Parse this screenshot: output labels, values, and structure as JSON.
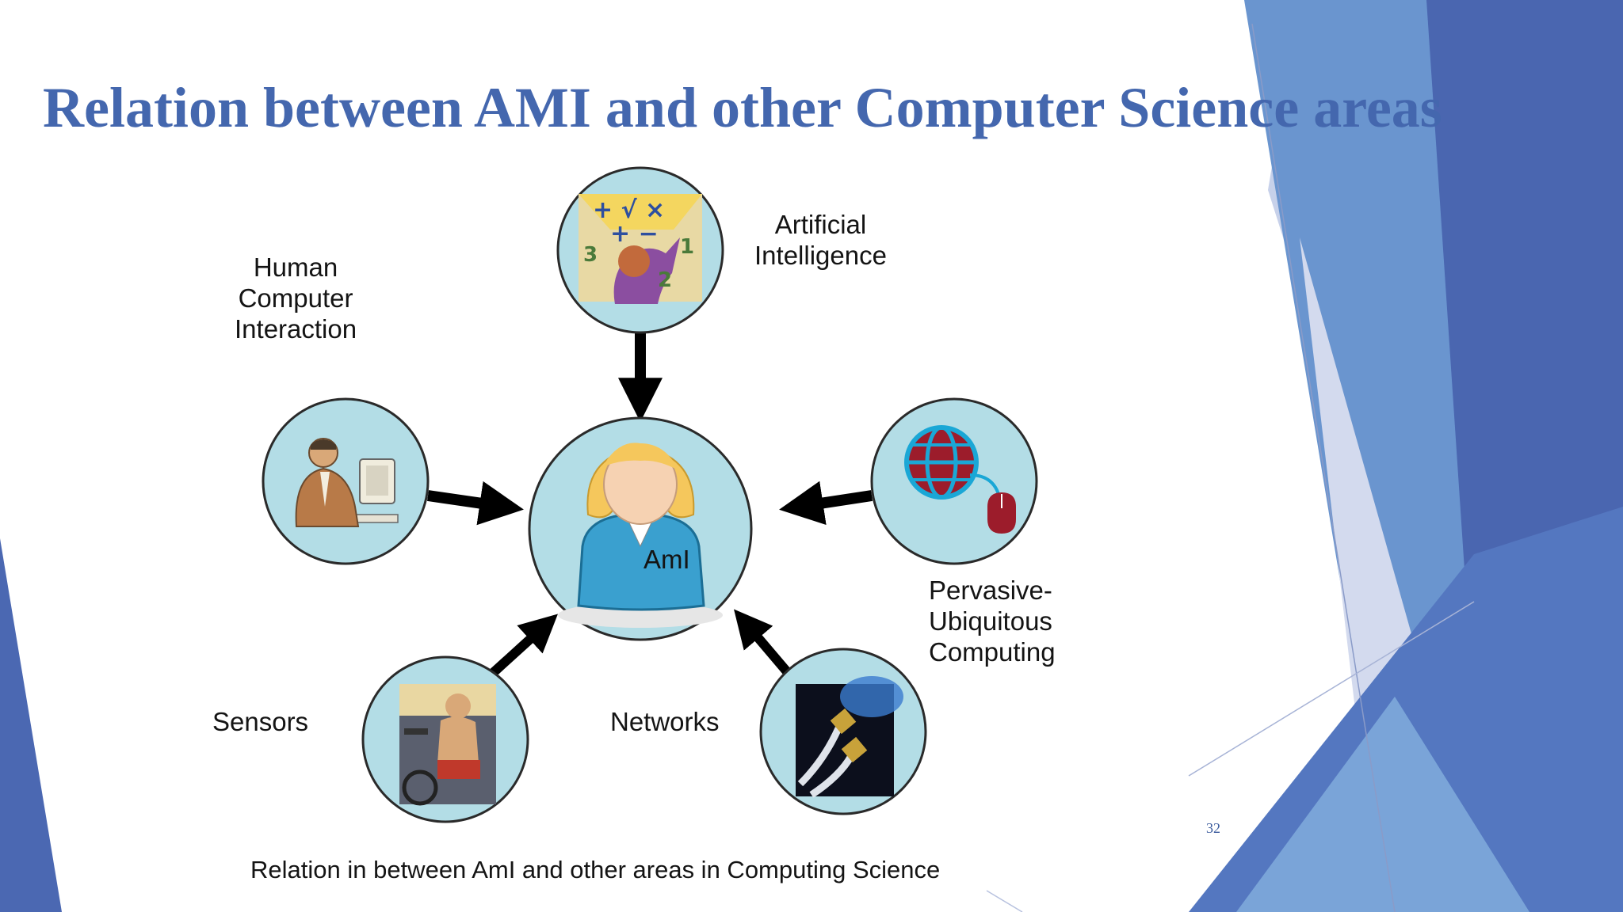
{
  "slide": {
    "title": "Relation between AMI and other Computer Science areas",
    "page_number": "32"
  },
  "diagram": {
    "center": {
      "label": "AmI",
      "icon": "person-icon"
    },
    "nodes": [
      {
        "id": "ai",
        "label": "Artificial\nIntelligence",
        "icon": "brain-math-icon"
      },
      {
        "id": "hci",
        "label": "Human\nComputer\nInteraction",
        "icon": "man-at-computer-icon"
      },
      {
        "id": "pervasive",
        "label": "Pervasive-\nUbiquitous\nComputing",
        "icon": "globe-mouse-icon"
      },
      {
        "id": "sensors",
        "label": "Sensors",
        "icon": "exercise-bike-icon"
      },
      {
        "id": "networks",
        "label": "Networks",
        "icon": "network-cable-icon"
      }
    ],
    "caption": "Relation in between AmI and other areas in Computing Science"
  },
  "colors": {
    "title": "#4467ae",
    "circle_fill": "#b3dde6",
    "arrow": "#000000",
    "accent_blue_dark": "#4a66b0",
    "accent_blue_mid": "#5f8ccc",
    "accent_blue_light": "#aab9df"
  }
}
